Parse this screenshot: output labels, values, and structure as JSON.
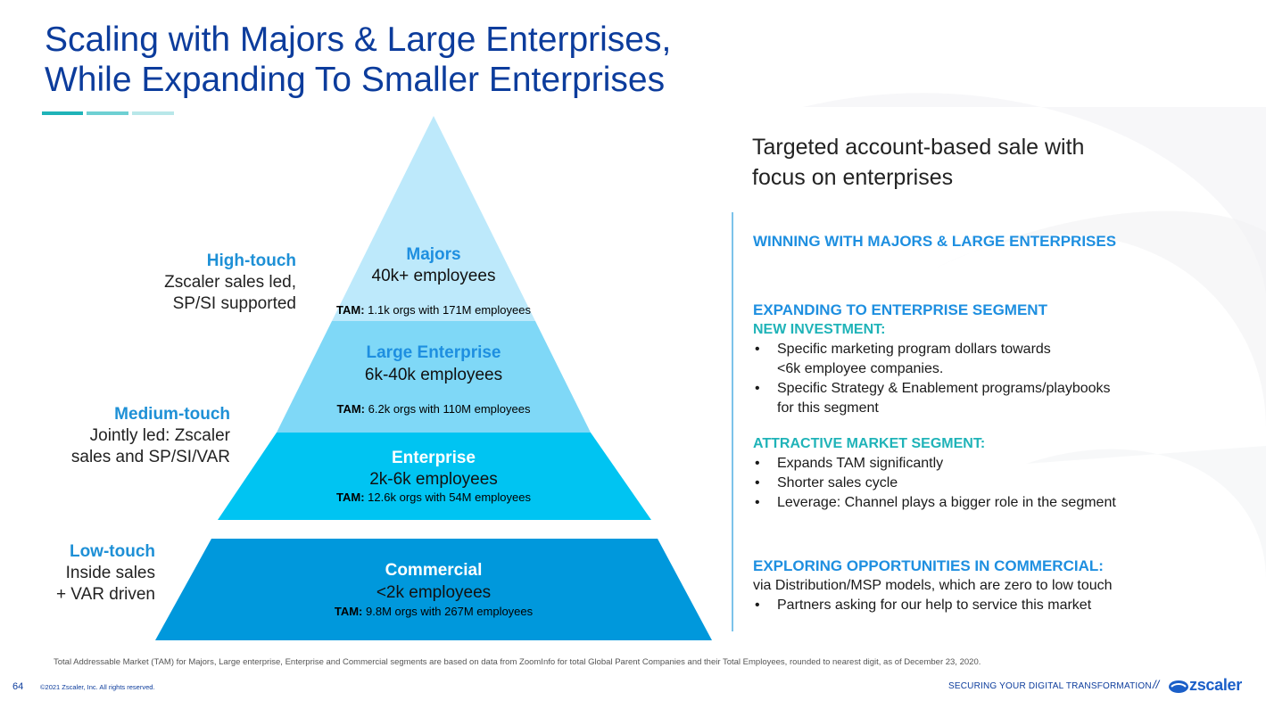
{
  "title": {
    "line1": "Scaling with Majors & Large Enterprises,",
    "line2": "While Expanding To Smaller Enterprises"
  },
  "colors": {
    "title": "#0c3c9c",
    "tier_majors": "#bde9fb",
    "tier_large": "#7fd8f7",
    "tier_enterprise": "#00c4f2",
    "tier_commercial": "#0098dc",
    "accent_teal": "#1fb3b8",
    "accent_blue": "#1e8fe0"
  },
  "pyramid": {
    "tiers": [
      {
        "name": "Majors",
        "employees": "40k+ employees",
        "tam_label": "TAM:",
        "tam_text": "1.1k orgs with 171M employees"
      },
      {
        "name": "Large Enterprise",
        "employees": "6k-40k employees",
        "tam_label": "TAM:",
        "tam_text": "6.2k orgs with 110M employees"
      },
      {
        "name": "Enterprise",
        "employees": "2k-6k employees",
        "tam_label": "TAM:",
        "tam_text": "12.6k orgs with 54M employees"
      },
      {
        "name": "Commercial",
        "employees": "<2k employees",
        "tam_label": "TAM:",
        "tam_text": "9.8M orgs with 267M employees"
      }
    ]
  },
  "touch": {
    "high": {
      "title": "High-touch",
      "line1": "Zscaler sales led,",
      "line2": "SP/SI supported"
    },
    "medium": {
      "title": "Medium-touch",
      "line1": "Jointly led: Zscaler",
      "line2": "sales and SP/SI/VAR"
    },
    "low": {
      "title": "Low-touch",
      "line1": "Inside sales",
      "line2": "+ VAR driven"
    }
  },
  "right": {
    "headline_line1": "Targeted account-based sale with",
    "headline_line2": "focus on enterprises",
    "winning": "WINNING WITH MAJORS & LARGE ENTERPRISES",
    "expanding": {
      "heading": "EXPANDING TO ENTERPRISE SEGMENT",
      "sub": "NEW INVESTMENT:",
      "bullets": [
        {
          "line1": "Specific marketing program dollars towards",
          "line2": "<6k employee companies."
        },
        {
          "line1": "Specific Strategy & Enablement programs/playbooks",
          "line2": "for this segment"
        }
      ]
    },
    "attractive": {
      "heading": "ATTRACTIVE MARKET SEGMENT:",
      "bullets": [
        "Expands TAM significantly",
        "Shorter sales cycle",
        "Leverage: Channel plays a bigger role in the segment"
      ]
    },
    "exploring": {
      "heading": "EXPLORING OPPORTUNITIES IN COMMERCIAL:",
      "line": "via Distribution/MSP models, which are zero to low touch",
      "bullets": [
        "Partners asking for our help to service this market"
      ]
    }
  },
  "footer": {
    "footnote": "Total Addressable Market (TAM) for Majors, Large enterprise, Enterprise and Commercial segments are based on data from ZoomInfo for total Global Parent Companies and their Total Employees, rounded to nearest digit, as of December 23, 2020.",
    "page_number": "64",
    "copyright": "©2021 Zscaler, Inc. All rights reserved.",
    "tagline": "SECURING YOUR DIGITAL TRANSFORMATION",
    "slashes": "//",
    "logo_text": "zscaler",
    "logo_icon": "zscaler-cloud-icon"
  }
}
